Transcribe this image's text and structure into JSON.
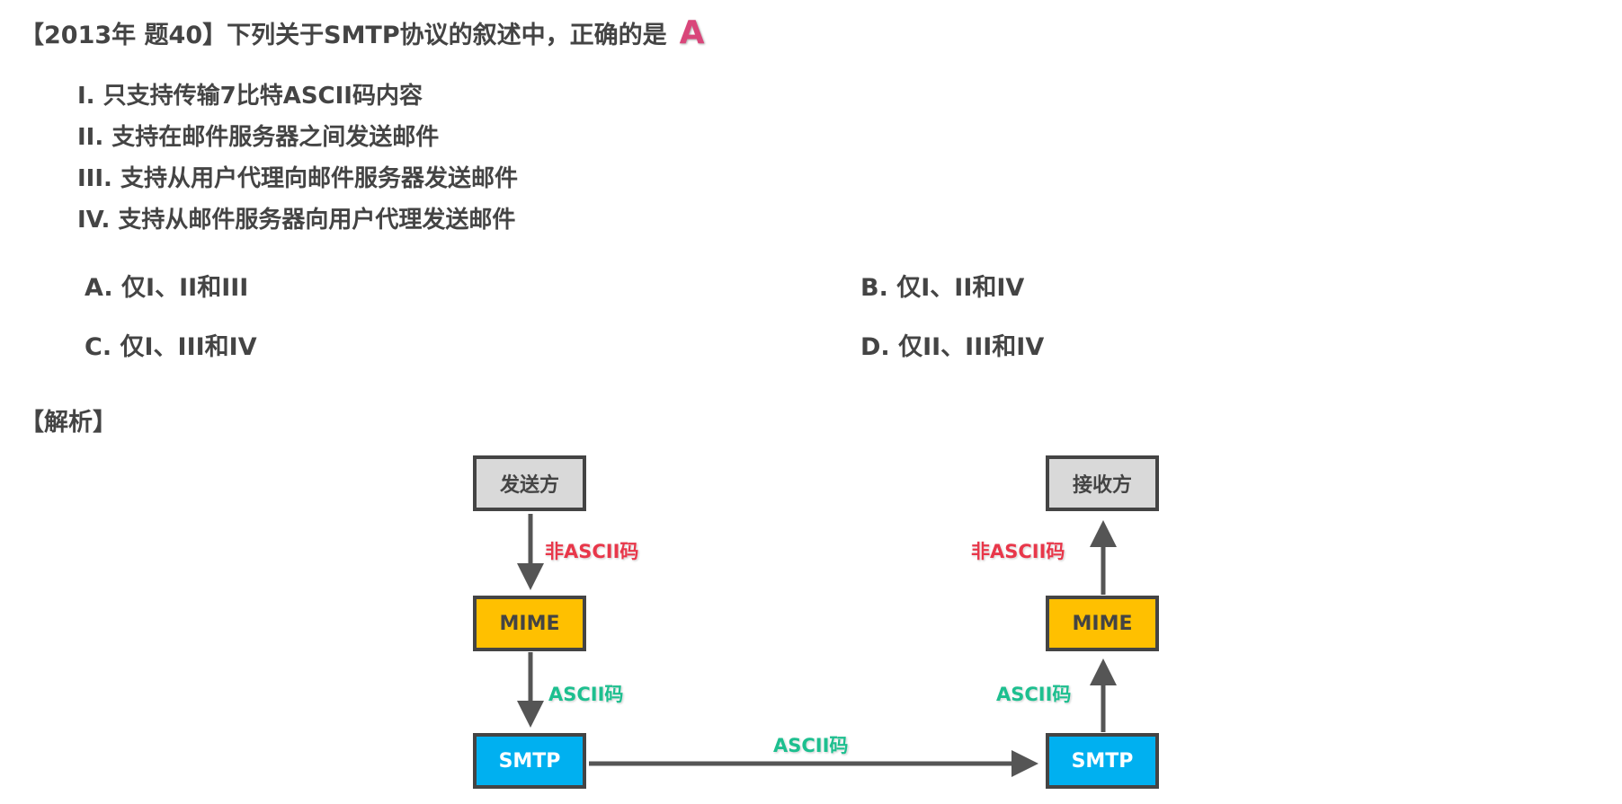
{
  "question": {
    "title": "【2013年 题40】下列关于SMTP协议的叙述中，正确的是",
    "answer": "A",
    "statements": [
      "I.   只支持传输7比特ASCII码内容",
      "II.  支持在邮件服务器之间发送邮件",
      "III. 支持从用户代理向邮件服务器发送邮件",
      "IV. 支持从邮件服务器向用户代理发送邮件"
    ],
    "options": [
      "A. 仅I、II和III",
      "B. 仅I、II和IV",
      "C. 仅I、III和IV",
      "D. 仅II、III和IV"
    ]
  },
  "analysis_label": "【解析】",
  "diagram": {
    "sender": "发送方",
    "receiver": "接收方",
    "mime": "MIME",
    "smtp": "SMTP",
    "non_ascii": "非ASCII码",
    "ascii": "ASCII码"
  }
}
